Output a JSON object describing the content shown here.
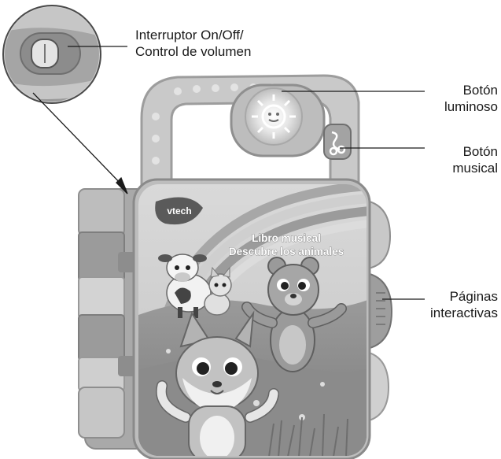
{
  "callouts": {
    "switch": {
      "line1": "Interruptor On/Off/",
      "line2": "Control de volumen"
    },
    "light_button": {
      "line1": "Botón",
      "line2": "luminoso"
    },
    "music_button": {
      "line1": "Botón",
      "line2": "musical"
    },
    "pages": {
      "line1": "Páginas",
      "line2": "interactivas"
    }
  },
  "book": {
    "brand": "vtech",
    "title_line1": "Libro musical",
    "title_line2": "Descubre los animales"
  }
}
